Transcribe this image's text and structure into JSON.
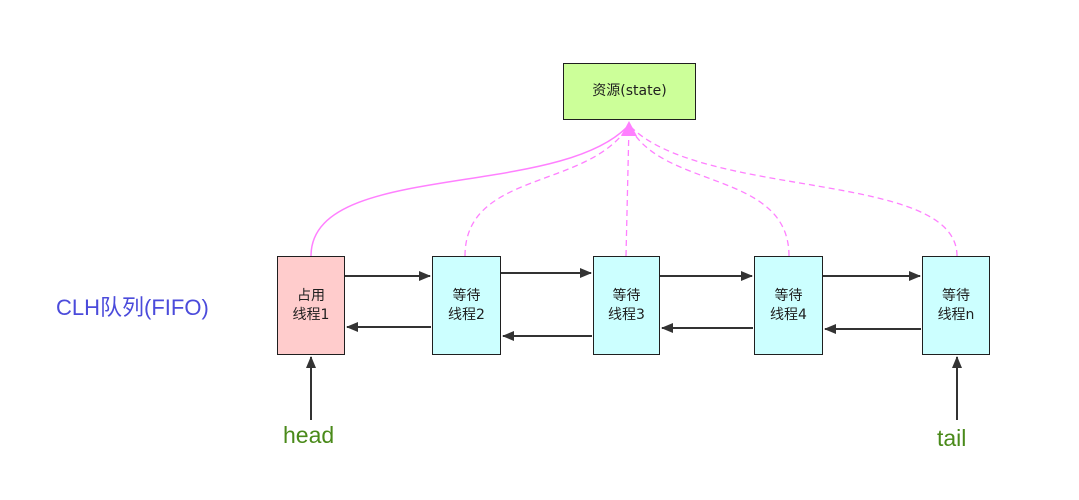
{
  "resource": {
    "label": "资源(state)",
    "color": "#ccff99"
  },
  "queue_label": "CLH队列(FIFO)",
  "nodes": [
    {
      "line1": "占用",
      "line2": "线程1",
      "fill": "#ffcccc"
    },
    {
      "line1": "等待",
      "line2": "线程2",
      "fill": "#ccffff"
    },
    {
      "line1": "等待",
      "line2": "线程3",
      "fill": "#ccffff"
    },
    {
      "line1": "等待",
      "line2": "线程4",
      "fill": "#ccffff"
    },
    {
      "line1": "等待",
      "line2": "线程n",
      "fill": "#ccffff"
    }
  ],
  "pointers": {
    "head": "head",
    "tail": "tail"
  },
  "colors": {
    "link_line": "#ff80ff",
    "arrow": "#333333",
    "label_blue": "#4b4bdb",
    "label_green": "#4a8a1a"
  }
}
